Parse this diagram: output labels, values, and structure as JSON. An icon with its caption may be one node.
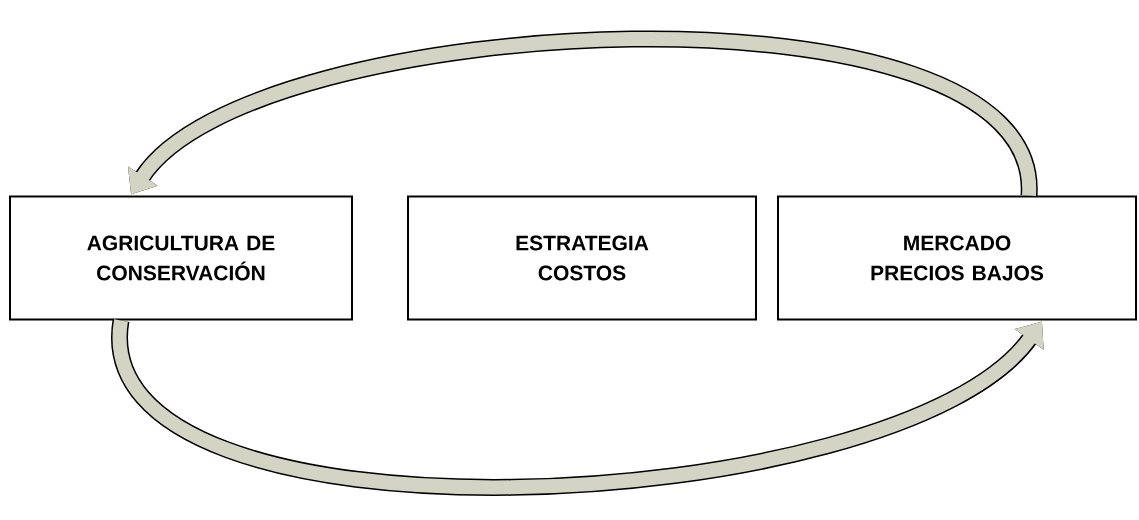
{
  "diagram": {
    "nodes": [
      {
        "text": [
          "AGRICULTURA DE CONSERVACIÓN"
        ]
      },
      {
        "text": [
          "ESTRATEGIA COSTOS"
        ]
      },
      {
        "text": [
          "MERCADO PRECIOS BAJOS"
        ]
      }
    ],
    "edges": [
      {
        "from": 2,
        "to": 0,
        "arrow": "to"
      },
      {
        "from": 0,
        "to": 2,
        "arrow": "to"
      }
    ]
  }
}
